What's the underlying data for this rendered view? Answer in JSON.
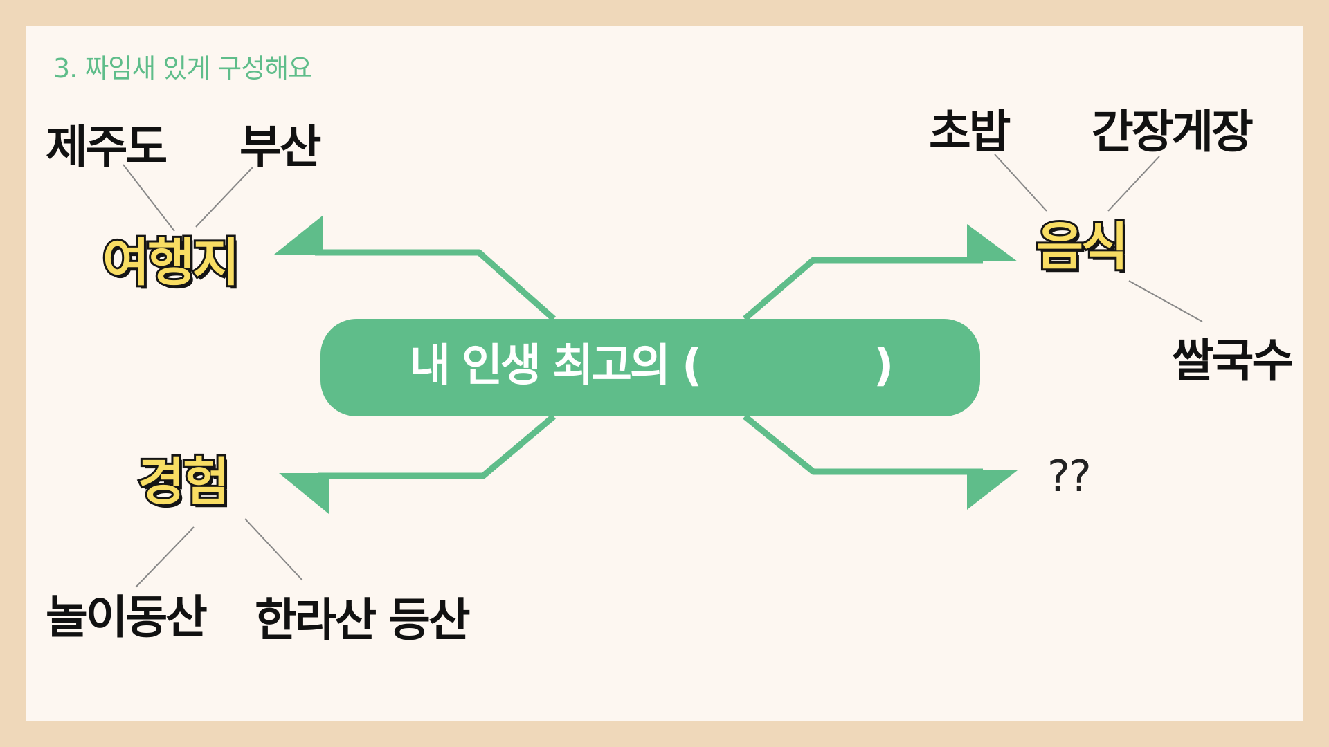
{
  "subtitle": "3. 짜임새 있게 구성해요",
  "center": {
    "text": "내 인생 최고의 (",
    "close": ")"
  },
  "branches": {
    "travel": {
      "label": "여행지",
      "items": [
        "제주도",
        "부산"
      ]
    },
    "food": {
      "label": "음식",
      "items": [
        "초밥",
        "간장게장",
        "쌀국수"
      ]
    },
    "experience": {
      "label": "경험",
      "items": [
        "놀이동산",
        "한라산 등산"
      ]
    },
    "unknown": {
      "label": "??"
    }
  },
  "colors": {
    "accent_green": "#5FBD8A",
    "category_yellow": "#F8DD63",
    "frame": "#EFD8BA",
    "canvas": "#FDF7F1"
  }
}
